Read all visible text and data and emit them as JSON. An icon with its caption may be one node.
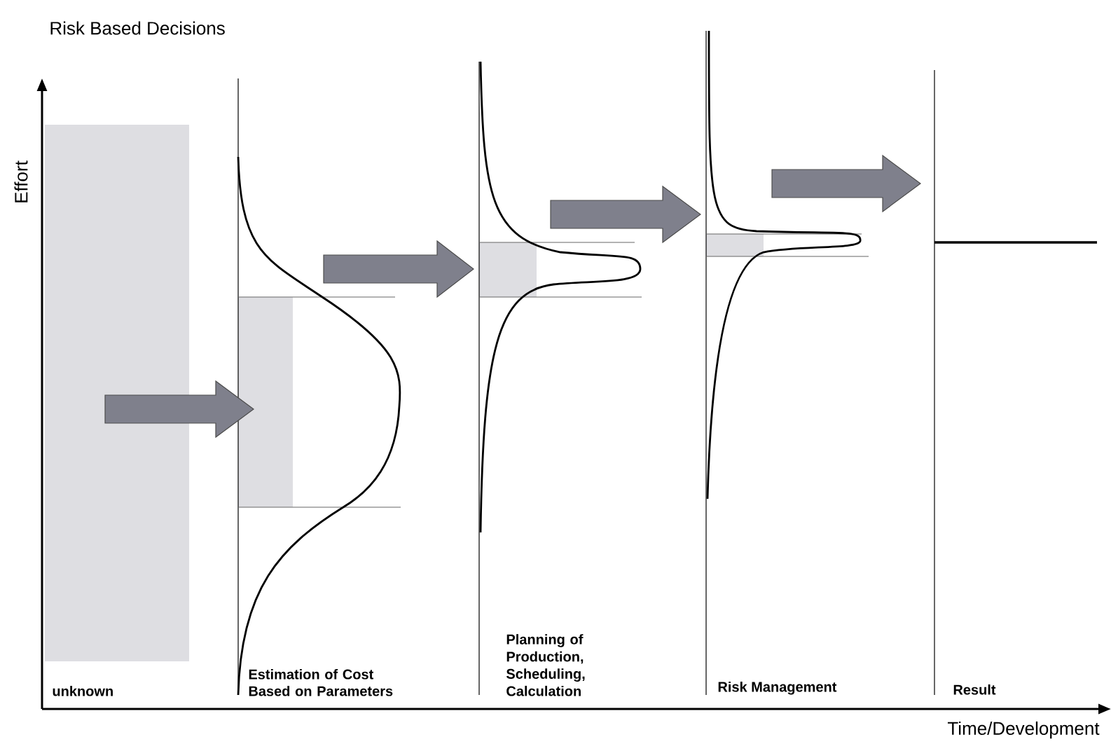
{
  "diagram": {
    "title": "Risk Based Decisions",
    "labels": [
      "Effort",
      "unknown",
      "Estimation of Cost Based on Parameters",
      "Planning of Production, Scheduling, Calculation",
      "Risk Management",
      "Result",
      "Time/Development"
    ]
  }
}
